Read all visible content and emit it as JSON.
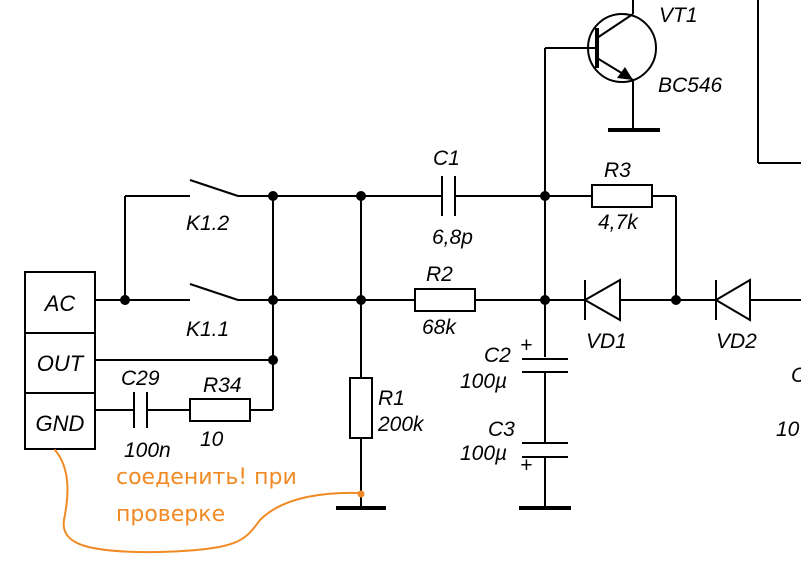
{
  "components": {
    "vt1": {
      "ref": "VT1",
      "value": "BC546"
    },
    "c1": {
      "ref": "C1",
      "value": "6,8p"
    },
    "r3": {
      "ref": "R3",
      "value": "4,7k"
    },
    "r2": {
      "ref": "R2",
      "value": "68k"
    },
    "r1": {
      "ref": "R1",
      "value": "200k"
    },
    "r34": {
      "ref": "R34",
      "value": "10"
    },
    "c29": {
      "ref": "C29",
      "value": "100n"
    },
    "c2": {
      "ref": "C2",
      "value": "100µ",
      "polarity": "+"
    },
    "c3": {
      "ref": "C3",
      "value": "100µ",
      "polarity": "+"
    },
    "vd1": {
      "ref": "VD1"
    },
    "vd2": {
      "ref": "VD2"
    },
    "k1_2": {
      "ref": "K1.2"
    },
    "k1_1": {
      "ref": "K1.1"
    }
  },
  "connector": {
    "pins": [
      "AC",
      "OUT",
      "GND"
    ]
  },
  "clipped": {
    "c_right": "C",
    "val_right": "10"
  },
  "annotation": {
    "line1": "соеденить! при",
    "line2": "проверке",
    "color": "#f08a24"
  }
}
